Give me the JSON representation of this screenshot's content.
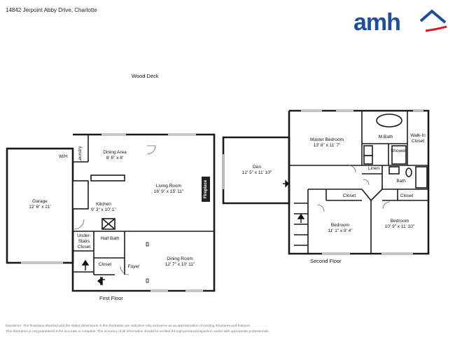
{
  "header": {
    "address": "14842 Jerpoint Abby Drive, Charlotte",
    "logo_text": "amh",
    "logo_colors": {
      "text": "#1f4e9a",
      "roof": "#1f4e9a",
      "swoosh": "#d0202e"
    }
  },
  "plan": {
    "deck_label": "Wood Deck",
    "first_floor_title": "First Floor",
    "second_floor_title": "Second Floor",
    "rooms": {
      "garage": {
        "name": "Garage",
        "dims": "12' 6\" x 21'"
      },
      "wh": {
        "name": "W/H"
      },
      "laundry": {
        "name": "Laundry"
      },
      "dining_area": {
        "name": "Dining Area",
        "dims": "8' 5\" x 8'"
      },
      "living_room": {
        "name": "Living Room",
        "dims": "16' 9\" x 15' 11\""
      },
      "fireplace": {
        "name": "Fireplace"
      },
      "kitchen": {
        "name": "Kitchen",
        "dims": "9' 3\" x 10' 1\""
      },
      "under_stairs": {
        "line1": "Under-",
        "line2": "Stairs",
        "line3": "Closet"
      },
      "half_bath": {
        "name": "Half Bath"
      },
      "closet_first": {
        "name": "Closet"
      },
      "foyer": {
        "name": "Foyer"
      },
      "dining_room": {
        "name": "Dining Room",
        "dims": "12' 7\" x 10' 11\""
      },
      "den": {
        "name": "Den",
        "dims": "12' 5\" x 11' 10\""
      },
      "master_bedroom": {
        "name": "Master Bedroom",
        "dims": "13' 8\" x 11' 7\""
      },
      "m_bath": {
        "name": "M.Bath"
      },
      "walk_in": {
        "line1": "Walk-In",
        "line2": "Closet"
      },
      "shower": {
        "name": "Shower"
      },
      "linen": {
        "name": "Linen"
      },
      "bath": {
        "name": "Bath"
      },
      "closet_a": {
        "name": "Closet"
      },
      "closet_b": {
        "name": "Closet"
      },
      "bedroom_1": {
        "name": "Bedroom",
        "dims": "11' 1\" x 9' 4\""
      },
      "bedroom_2": {
        "name": "Bedroom",
        "dims": "10' 9\" x 11' 10\""
      }
    }
  },
  "disclaimer": {
    "line1": "Disclaimer: The floorplans depicted and the stated dimensions in this illustration are indicative only and serve as an approximation of existing structures and features.",
    "line2": "This illustration is not guaranteed to be accurate or complete. The accuracy of all information should be verified through personal inspection and/or with appropriate professionals."
  }
}
